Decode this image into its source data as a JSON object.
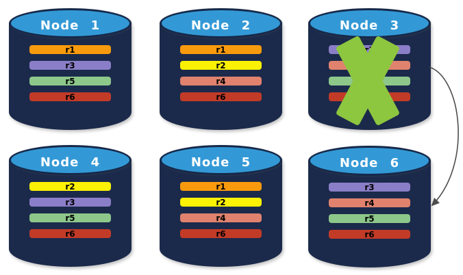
{
  "nodes": [
    {
      "title": "Node 1",
      "failed": false,
      "replicas": [
        {
          "label": "r1",
          "color": "#F89A0D"
        },
        {
          "label": "r3",
          "color": "#8B7EC8"
        },
        {
          "label": "r5",
          "color": "#8DC78A"
        },
        {
          "label": "r6",
          "color": "#C23B27"
        }
      ]
    },
    {
      "title": "Node 2",
      "failed": false,
      "replicas": [
        {
          "label": "r1",
          "color": "#F89A0D"
        },
        {
          "label": "r2",
          "color": "#FBF104"
        },
        {
          "label": "r4",
          "color": "#E0826D"
        },
        {
          "label": "r6",
          "color": "#C23B27"
        }
      ]
    },
    {
      "title": "Node 3",
      "failed": true,
      "replicas": [
        {
          "label": "r3",
          "color": "#8B7EC8"
        },
        {
          "label": "r4",
          "color": "#E0826D"
        },
        {
          "label": "r5",
          "color": "#8DC78A"
        },
        {
          "label": "r6",
          "color": "#C23B27"
        }
      ]
    },
    {
      "title": "Node 4",
      "failed": false,
      "replicas": [
        {
          "label": "r2",
          "color": "#FBF104"
        },
        {
          "label": "r3",
          "color": "#8B7EC8"
        },
        {
          "label": "r5",
          "color": "#8DC78A"
        },
        {
          "label": "r6",
          "color": "#C23B27"
        }
      ]
    },
    {
      "title": "Node 5",
      "failed": false,
      "replicas": [
        {
          "label": "r1",
          "color": "#F89A0D"
        },
        {
          "label": "r2",
          "color": "#FBF104"
        },
        {
          "label": "r4",
          "color": "#E0826D"
        },
        {
          "label": "r6",
          "color": "#C23B27"
        }
      ]
    },
    {
      "title": "Node 6",
      "failed": false,
      "replicas": [
        {
          "label": "r3",
          "color": "#8B7EC8"
        },
        {
          "label": "r4",
          "color": "#E0826D"
        },
        {
          "label": "r5",
          "color": "#8DC78A"
        },
        {
          "label": "r6",
          "color": "#C23B27"
        }
      ]
    }
  ],
  "arrow": {
    "from": "Node 3",
    "to": "Node 6",
    "color": "#4D4D4D"
  },
  "colors": {
    "background": "#FFFFFF",
    "cylinder_body": "#1B2A4B",
    "cylinder_top": "#3399D6",
    "cylinder_outline": "#16294A",
    "failure_cross": "#8DC63F",
    "node_title_text": "#FFFFFF",
    "replica_label_text": "#000000"
  }
}
